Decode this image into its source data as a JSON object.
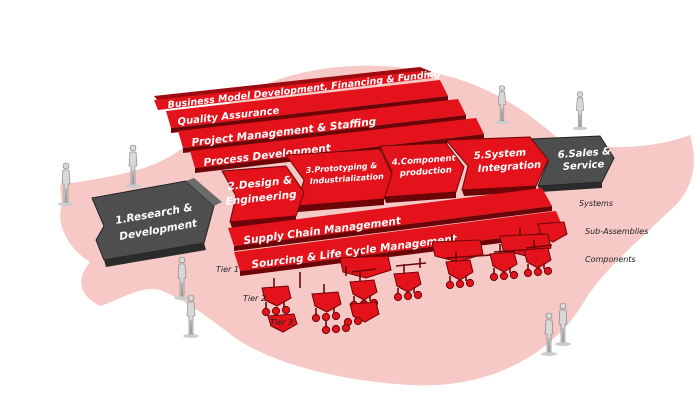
{
  "colors": {
    "background_blob": "#f6c9c6",
    "band_red": "#e3121b",
    "band_dark_red": "#9c0b10",
    "band_side": "#6d0407",
    "stage_dark": "#4e4e4e",
    "stage_dark_top": "#6b6b6b",
    "figure": "#d9d9d9"
  },
  "top_bands": [
    "Business Model Development, Financing & Funding",
    "Quality Assurance",
    "Project Management & Staffing",
    "Process Development"
  ],
  "stages": [
    {
      "line1": "1.Research &",
      "line2": "Development"
    },
    {
      "line1": "2.Design &",
      "line2": "Engineering"
    },
    {
      "line1": "3.Prototyping &",
      "line2": "Industrialization"
    },
    {
      "line1": "4.Component",
      "line2": "production"
    },
    {
      "line1": "5.System",
      "line2": "Integration"
    },
    {
      "line1": "6.Sales &",
      "line2": "Service"
    }
  ],
  "lower_bands": [
    "Supply Chain Management",
    "Sourcing & Life Cycle Management"
  ],
  "side_labels": [
    "Systems",
    "Sub-Assemblies",
    "Components"
  ],
  "tier_labels": [
    "Tier 1",
    "Tier 2",
    "Tier 3"
  ]
}
